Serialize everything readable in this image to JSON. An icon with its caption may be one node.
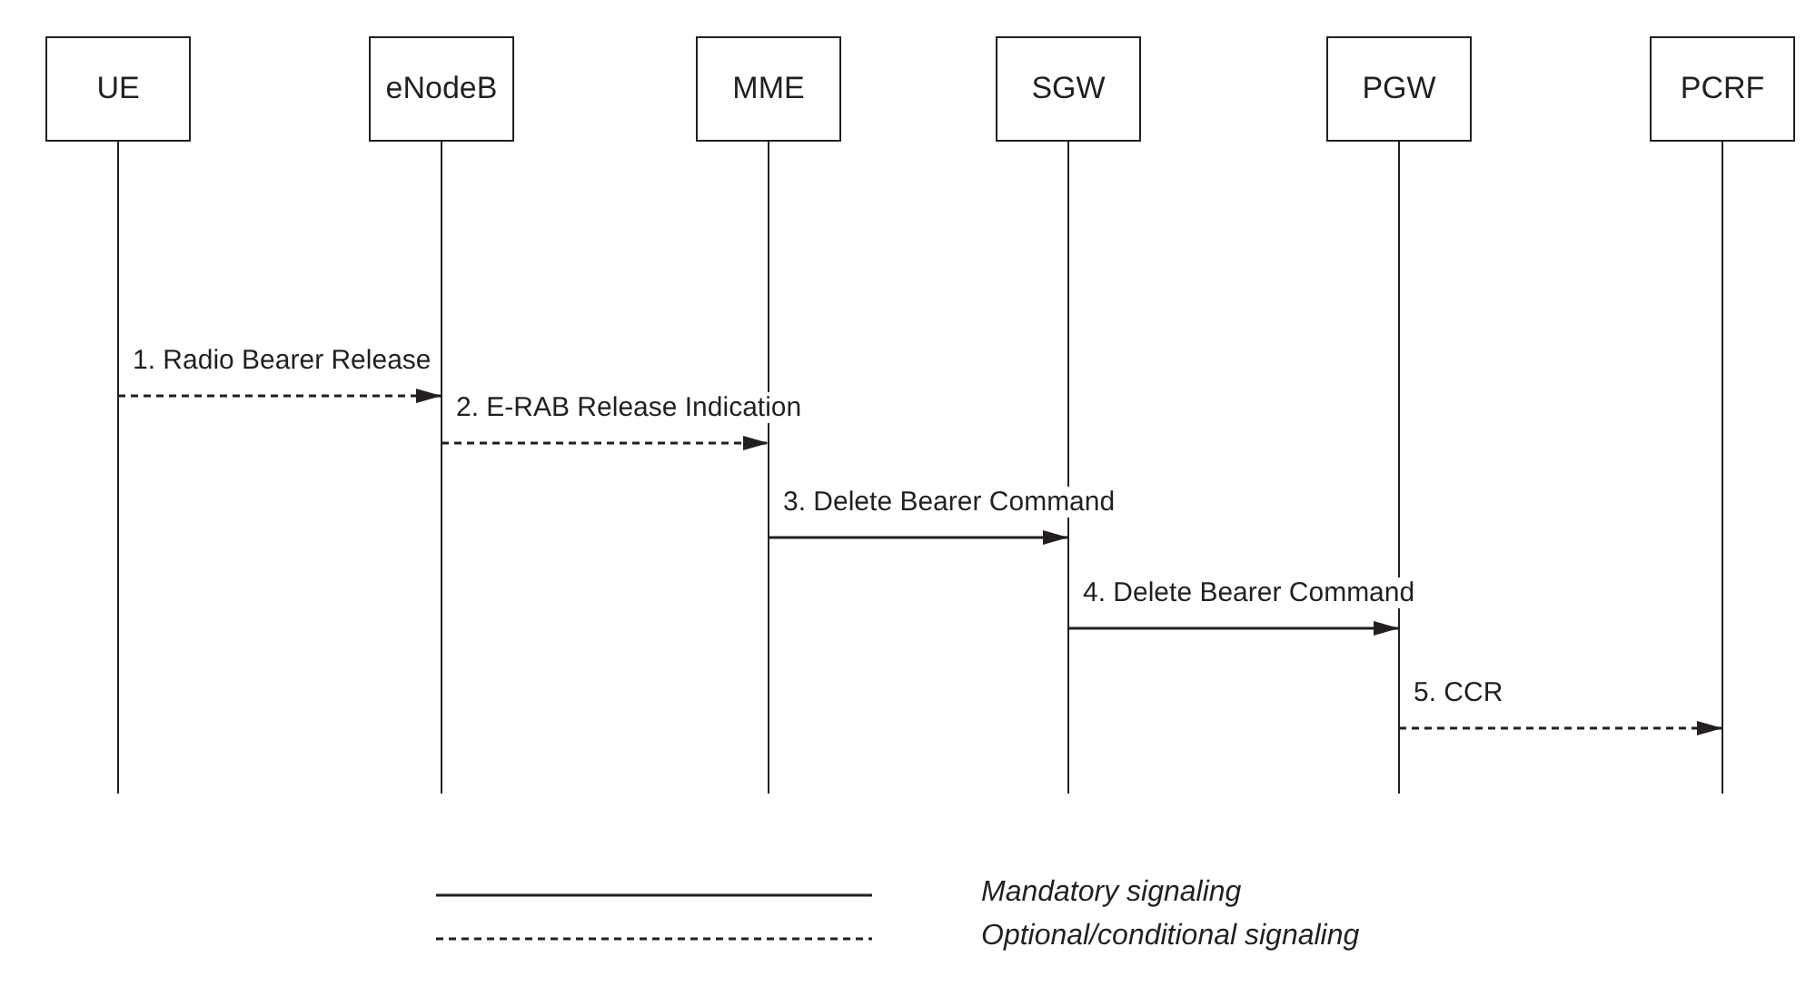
{
  "diagram": {
    "nodes": [
      {
        "text": [
          "UE"
        ]
      },
      {
        "text": [
          "eNodeB"
        ]
      },
      {
        "text": [
          "MME"
        ]
      },
      {
        "text": [
          "SGW"
        ]
      },
      {
        "text": [
          "PGW"
        ]
      },
      {
        "text": [
          "PCRF"
        ]
      }
    ],
    "edges": [
      {
        "from": 0,
        "to": 1,
        "arrow": "to",
        "label": "1. Radio Bearer Release",
        "style": "dashed"
      },
      {
        "from": 1,
        "to": 2,
        "arrow": "to",
        "label": "2. E-RAB Release Indication",
        "style": "dashed"
      },
      {
        "from": 2,
        "to": 3,
        "arrow": "to",
        "label": "3. Delete Bearer Command"
      },
      {
        "from": 3,
        "to": 4,
        "arrow": "to",
        "label": "4. Delete Bearer Command"
      },
      {
        "from": 4,
        "to": 5,
        "arrow": "to",
        "label": "5. CCR",
        "style": "dashed"
      }
    ],
    "legend": [
      {
        "text": "Mandatory signaling"
      },
      {
        "text": "Optional/conditional signaling"
      }
    ]
  }
}
